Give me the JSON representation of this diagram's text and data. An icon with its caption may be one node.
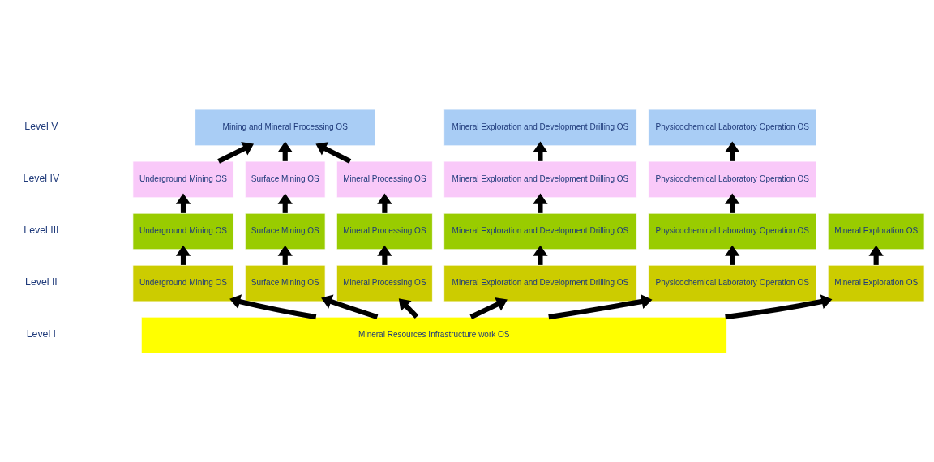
{
  "diagram": {
    "nodes": [
      {
        "text": [
          "Mining and Mineral Processing OS"
        ]
      },
      {
        "text": [
          "Mineral Exploration and Development Drilling OS"
        ]
      },
      {
        "text": [
          "Physicochemical Laboratory Operation OS"
        ]
      },
      {
        "text": [
          "Underground Mining OS"
        ]
      },
      {
        "text": [
          "Surface Mining OS"
        ]
      },
      {
        "text": [
          "Mineral Processing OS"
        ]
      },
      {
        "text": [
          "Mineral Exploration and Development Drilling OS"
        ]
      },
      {
        "text": [
          "Physicochemical Laboratory Operation OS"
        ]
      },
      {
        "text": [
          "Underground Mining OS"
        ]
      },
      {
        "text": [
          "Surface Mining OS"
        ]
      },
      {
        "text": [
          "Mineral Processing OS"
        ]
      },
      {
        "text": [
          "Mineral Exploration and Development Drilling OS"
        ]
      },
      {
        "text": [
          "Physicochemical Laboratory Operation OS"
        ]
      },
      {
        "text": [
          "Mineral Exploration OS"
        ]
      },
      {
        "text": [
          "Underground Mining OS"
        ]
      },
      {
        "text": [
          "Surface Mining OS"
        ]
      },
      {
        "text": [
          "Mineral Processing OS"
        ]
      },
      {
        "text": [
          "Mineral Exploration and Development Drilling OS"
        ]
      },
      {
        "text": [
          "Physicochemical Laboratory Operation OS"
        ]
      },
      {
        "text": [
          "Mineral Exploration OS"
        ]
      },
      {
        "text": [
          "Mineral Resources Infrastructure work OS"
        ]
      }
    ],
    "edges": [
      {
        "from": 20,
        "to": 14,
        "arrow": "to"
      },
      {
        "from": 20,
        "to": 15,
        "arrow": "to"
      },
      {
        "from": 20,
        "to": 16,
        "arrow": "to"
      },
      {
        "from": 20,
        "to": 17,
        "arrow": "to"
      },
      {
        "from": 20,
        "to": 18,
        "arrow": "to"
      },
      {
        "from": 20,
        "to": 19,
        "arrow": "to"
      },
      {
        "from": 14,
        "to": 8,
        "arrow": "to"
      },
      {
        "from": 15,
        "to": 9,
        "arrow": "to"
      },
      {
        "from": 16,
        "to": 10,
        "arrow": "to"
      },
      {
        "from": 17,
        "to": 11,
        "arrow": "to"
      },
      {
        "from": 18,
        "to": 12,
        "arrow": "to"
      },
      {
        "from": 19,
        "to": 13,
        "arrow": "to"
      },
      {
        "from": 8,
        "to": 3,
        "arrow": "to"
      },
      {
        "from": 9,
        "to": 4,
        "arrow": "to"
      },
      {
        "from": 10,
        "to": 5,
        "arrow": "to"
      },
      {
        "from": 11,
        "to": 6,
        "arrow": "to"
      },
      {
        "from": 12,
        "to": 7,
        "arrow": "to"
      },
      {
        "from": 3,
        "to": 0,
        "arrow": "to"
      },
      {
        "from": 4,
        "to": 0,
        "arrow": "to"
      },
      {
        "from": 5,
        "to": 0,
        "arrow": "to"
      },
      {
        "from": 6,
        "to": 1,
        "arrow": "to"
      },
      {
        "from": 7,
        "to": 2,
        "arrow": "to"
      }
    ],
    "labels": [
      "Level V",
      "Level IV",
      "Level III",
      "Level II",
      "Level I"
    ]
  }
}
